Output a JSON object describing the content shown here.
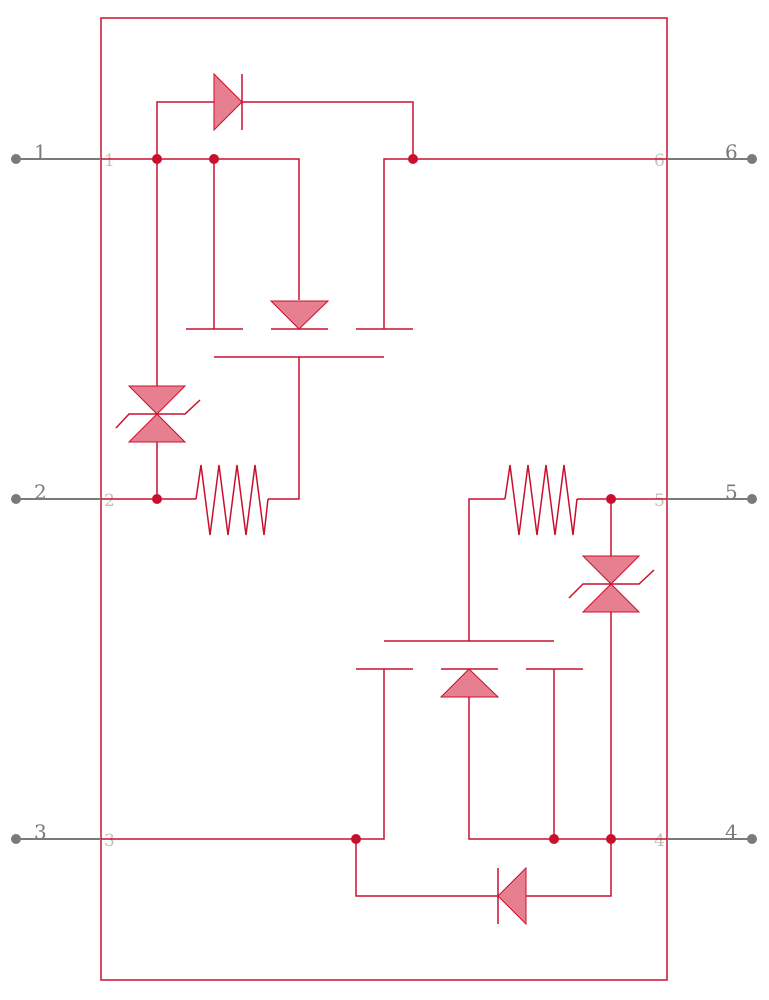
{
  "colors": {
    "body": "#c8102e",
    "fill": "#e68090",
    "pin": "#7a7a7a",
    "pin_label": "#7a7a7a",
    "pad_label": "#c0c0c0"
  },
  "pins": {
    "p1": {
      "number": "1",
      "pad": "1"
    },
    "p2": {
      "number": "2",
      "pad": "2"
    },
    "p3": {
      "number": "3",
      "pad": "3"
    },
    "p4": {
      "number": "4",
      "pad": "4"
    },
    "p5": {
      "number": "5",
      "pad": "5"
    },
    "p6": {
      "number": "6",
      "pad": "6"
    }
  },
  "components": {
    "upper": [
      "diode",
      "mosfet-n-channel",
      "body-diode",
      "tvs-diode",
      "gate-resistor"
    ],
    "lower": [
      "diode",
      "mosfet-n-channel",
      "body-diode",
      "tvs-diode",
      "gate-resistor"
    ]
  }
}
